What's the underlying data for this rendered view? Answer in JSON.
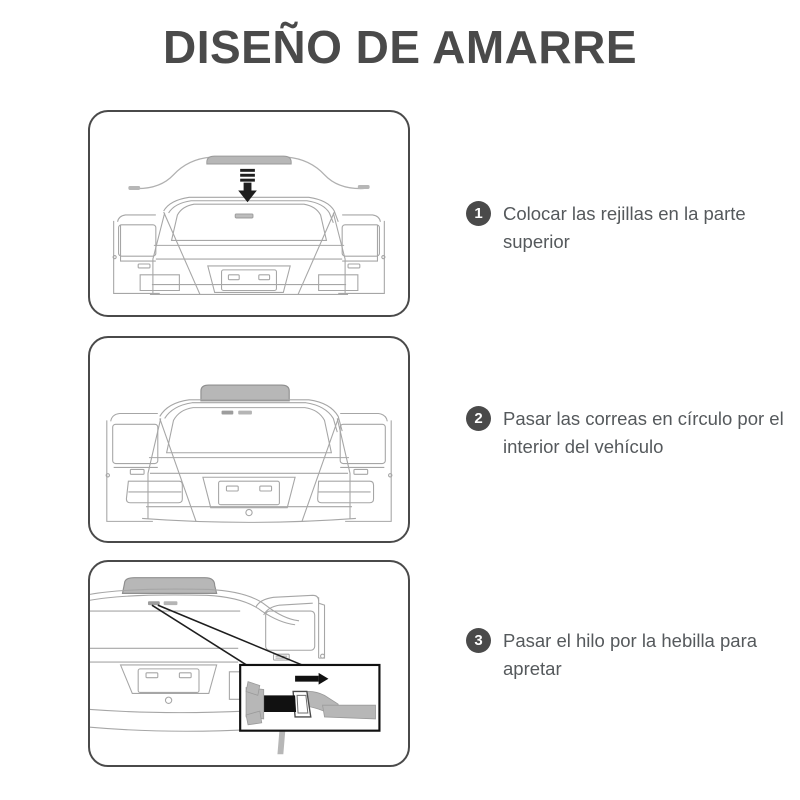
{
  "page": {
    "title": "DISEÑO DE AMARRE",
    "title_color": "#4a4a4a",
    "background_color": "#ffffff",
    "text_color": "#55595c",
    "outline_color": "#4a4a4a",
    "car_line_color": "#a6a6a6",
    "accessory_gray": "#b7b7b7",
    "strap_black": "#111111"
  },
  "steps": [
    {
      "number": "1",
      "text": "Colocar las rejillas en la parte superior",
      "panel": {
        "name": "panel-place-cargo-bag-on-roof",
        "elements": [
          "roof-cargo-mat",
          "hanging-straps",
          "down-arrow",
          "car-rear-view"
        ]
      }
    },
    {
      "number": "2",
      "text": "Pasar las correas en círculo por el interior del vehículo",
      "panel": {
        "name": "panel-route-straps-through-interior",
        "elements": [
          "roof-cargo-mat",
          "car-rear-view",
          "open-left-door",
          "open-right-door"
        ]
      }
    },
    {
      "number": "3",
      "text": "Pasar el hilo por la hebilla para apretar",
      "panel": {
        "name": "panel-tighten-strap-through-buckle",
        "elements": [
          "car-rear-closeup",
          "callout-leader-lines",
          "buckle-detail-box",
          "pull-arrow",
          "strap-tail"
        ]
      }
    }
  ]
}
